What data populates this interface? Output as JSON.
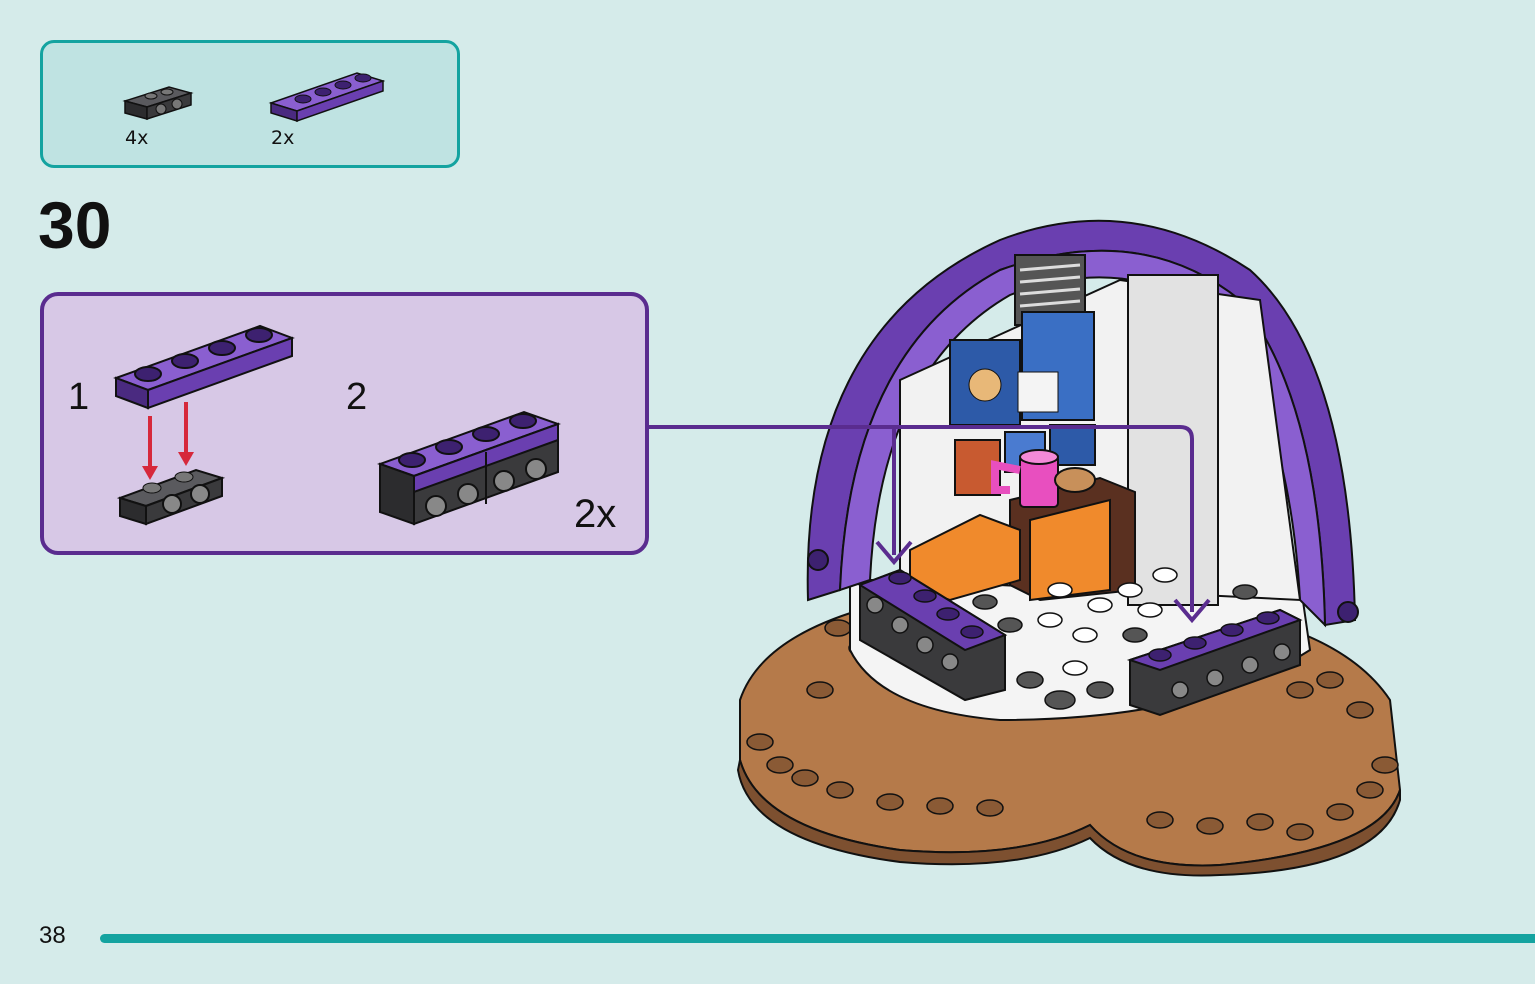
{
  "parts_list": {
    "items": [
      {
        "name": "black-bracket-plate",
        "quantity": "4x",
        "color": "#3a3a3c"
      },
      {
        "name": "purple-1x4-plate",
        "quantity": "2x",
        "color": "#6a3fb0"
      }
    ]
  },
  "step": {
    "number": "30"
  },
  "sub_assembly": {
    "steps": [
      {
        "number": "1"
      },
      {
        "number": "2"
      }
    ],
    "multiplier": "2x"
  },
  "footer": {
    "page_number": "38"
  },
  "colors": {
    "accent_teal": "#14a3a0",
    "callout_purple": "#5a2c8f",
    "arrow_red": "#d6283b",
    "model_purple": "#6a3fb0",
    "model_brown": "#b57a4a"
  }
}
